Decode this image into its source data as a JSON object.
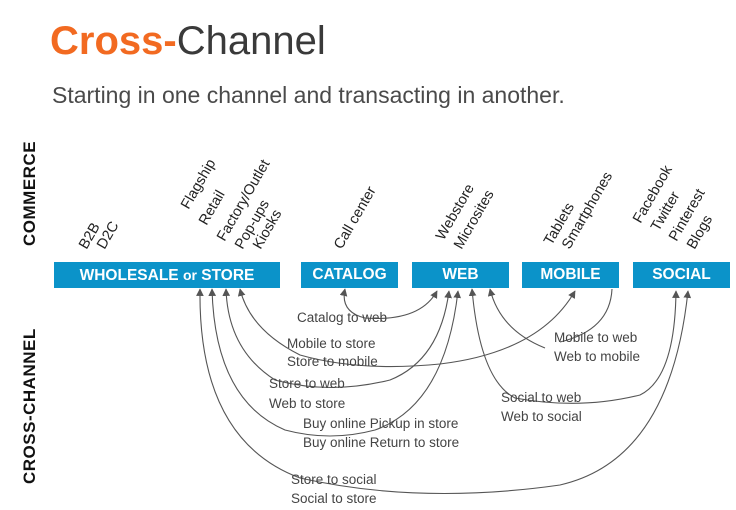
{
  "title": {
    "accent": "Cross-",
    "rest": "Channel"
  },
  "subtitle": "Starting in one channel and transacting in another.",
  "side_labels": {
    "top": "COMMERCE",
    "bottom": "CROSS-CHANNEL"
  },
  "channels": {
    "wholesale": {
      "label_a": "WHOLESALE",
      "label_or": "or",
      "label_b": "STORE"
    },
    "catalog": "CATALOG",
    "web": "WEB",
    "mobile": "MOBILE",
    "social": "SOCIAL"
  },
  "sub_channels": {
    "b2b": "B2B",
    "d2c": "D2C",
    "flagship": "Flagship",
    "retail": "Retail",
    "factory": "Factory/Outlet",
    "popups": "Pop-ups",
    "kiosks": "Kiosks",
    "callcenter": "Call center",
    "webstore": "Webstore",
    "microsites": "Microsites",
    "tablets": "Tablets",
    "smartphones": "Smartphones",
    "facebook": "Facebook",
    "twitter": "Twitter",
    "pinterest": "Pinterest",
    "blogs": "Blogs"
  },
  "flows": {
    "catalog_to_web": "Catalog to web",
    "mobile_to_store": "Mobile to store",
    "store_to_mobile": "Store to mobile",
    "store_to_web": "Store to web",
    "web_to_store": "Web to store",
    "bopis": "Buy online Pickup in store",
    "boris": "Buy online Return to store",
    "store_to_social": "Store to social",
    "social_to_store": "Social to store",
    "mobile_to_web": "Mobile to web",
    "web_to_mobile": "Web to mobile",
    "social_to_web": "Social to web",
    "web_to_social": "Web to social"
  },
  "colors": {
    "accent": "#f26a21",
    "box": "#0b93c9",
    "arrow": "#555555"
  }
}
